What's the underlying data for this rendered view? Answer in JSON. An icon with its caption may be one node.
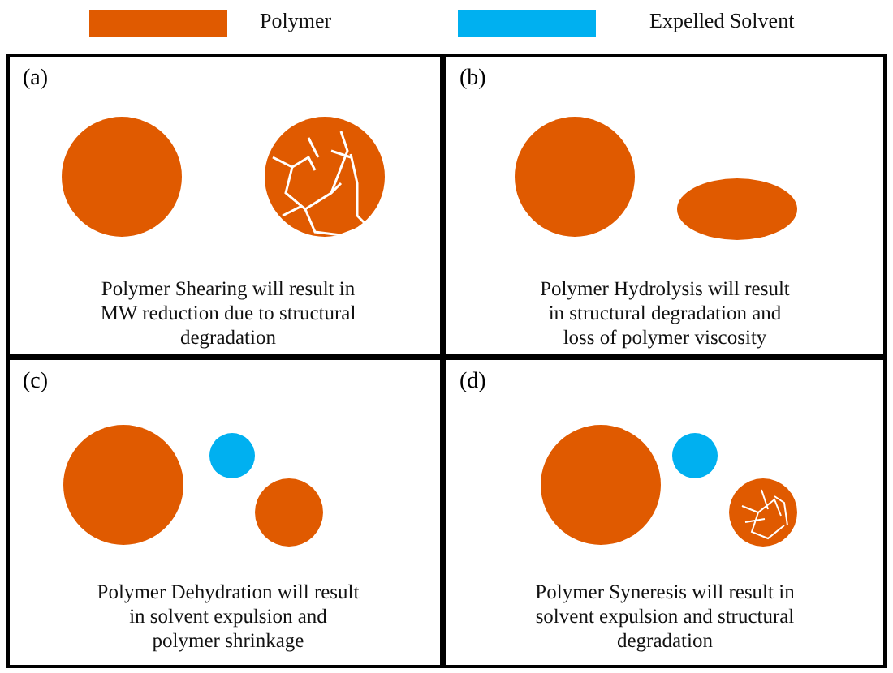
{
  "diagram": {
    "nodes": [
      {
        "text": [
          "(a)",
          "Polymer Shearing will result in MW reduction due to structural degradation"
        ]
      },
      {
        "text": [
          "(b)",
          "Polymer Hydrolysis will result in structural degradation and loss of polymer viscosity"
        ]
      },
      {
        "text": [
          "(c)",
          "Polymer Dehydration will result in solvent expulsion and polymer shrinkage"
        ]
      },
      {
        "text": [
          "(d)",
          "Polymer Syneresis will result in solvent expulsion and structural degradation"
        ]
      }
    ],
    "edges": [],
    "legend": [
      {
        "text": "Polymer",
        "color": "#e05a00"
      },
      {
        "text": "Expelled Solvent",
        "color": "#00b0f0"
      }
    ]
  }
}
